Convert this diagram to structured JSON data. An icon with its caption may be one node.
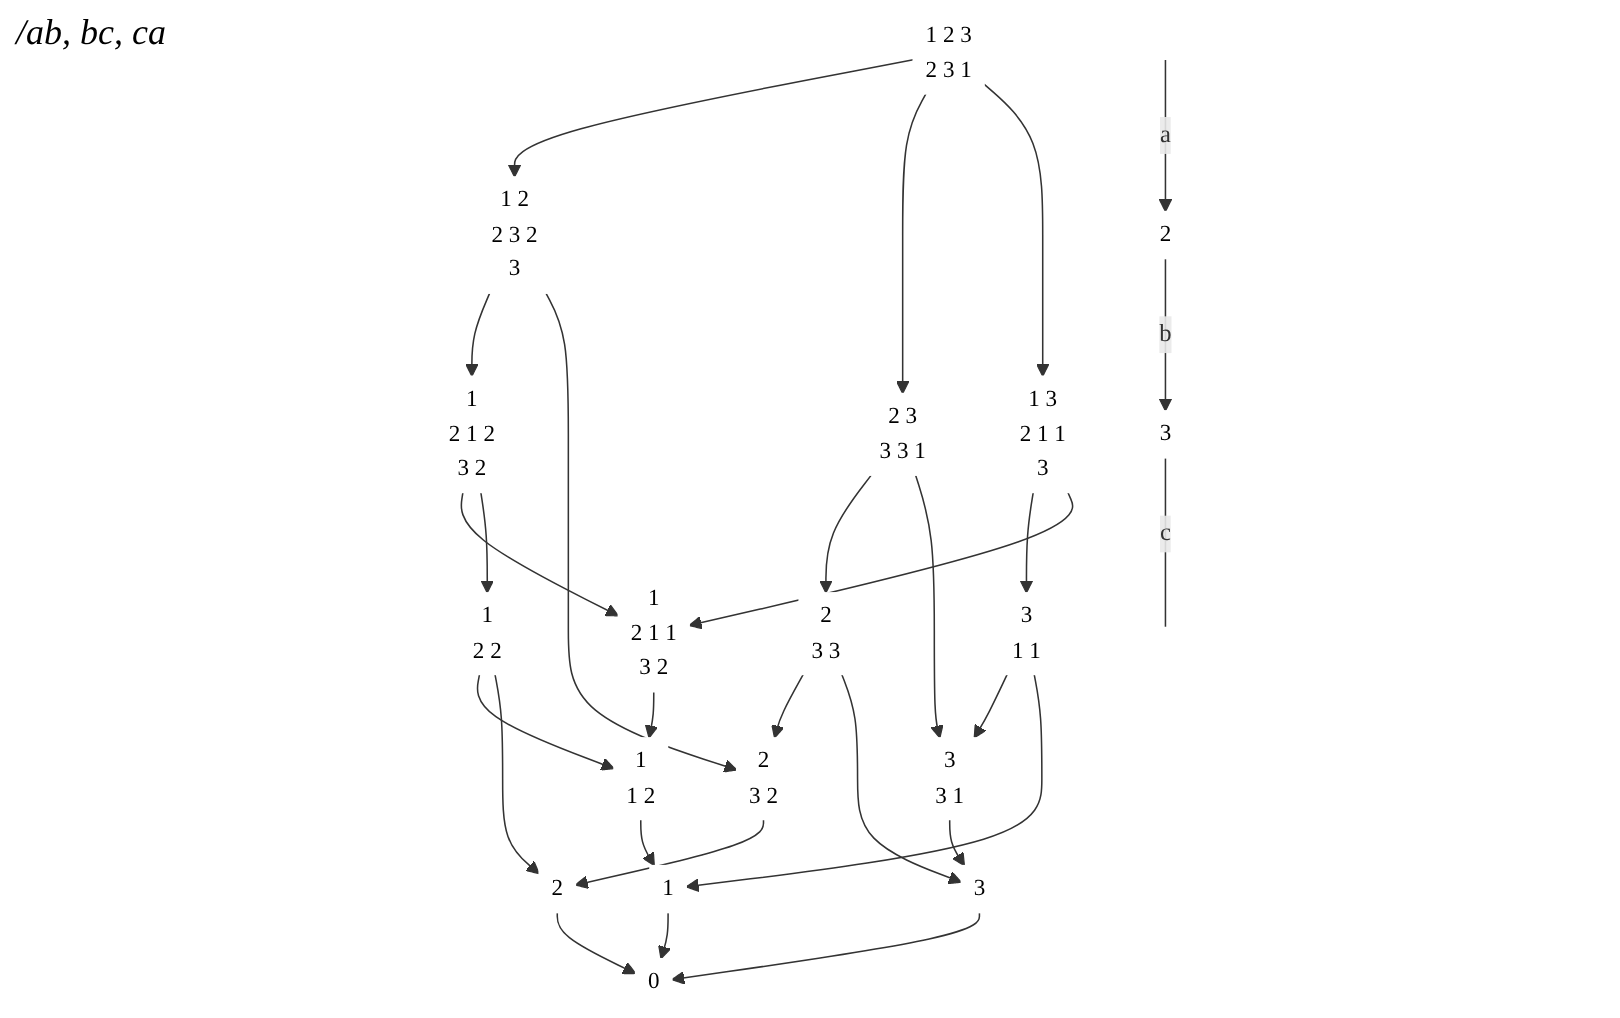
{
  "diagram": {
    "nodes": [
      {
        "text": [
          "1 2 3",
          "2 3 1"
        ]
      },
      {
        "text": [
          "1 2",
          "2 3 2",
          "3"
        ]
      },
      {
        "text": [
          "2 3",
          "3 3 1"
        ]
      },
      {
        "text": [
          "1 3",
          "2 1 1",
          "3"
        ]
      },
      {
        "text": [
          "1",
          "2 1 2",
          "3 2"
        ]
      },
      {
        "text": [
          "1",
          "2 1 1",
          "3 2"
        ]
      },
      {
        "text": [
          "2",
          "3 2"
        ]
      },
      {
        "text": [
          "2",
          "3 3"
        ]
      },
      {
        "text": [
          "3",
          "3 1"
        ]
      },
      {
        "text": [
          "3",
          "1 1"
        ]
      },
      {
        "text": [
          "1",
          "2 2"
        ]
      },
      {
        "text": [
          "1",
          "1 2"
        ]
      },
      {
        "text": [
          "2"
        ]
      },
      {
        "text": [
          "3"
        ]
      },
      {
        "text": [
          "1"
        ]
      },
      {
        "text": [
          "0"
        ]
      },
      {
        "text": [
          "3"
        ]
      },
      {
        "text": [
          "2"
        ]
      }
    ],
    "edges": [
      {
        "from": 0,
        "to": 1,
        "arrow": "to"
      },
      {
        "from": 0,
        "to": 2,
        "arrow": "to"
      },
      {
        "from": 0,
        "to": 3,
        "arrow": "to"
      },
      {
        "from": 1,
        "to": 4,
        "arrow": "to"
      },
      {
        "from": 1,
        "to": 6,
        "arrow": "to"
      },
      {
        "from": 2,
        "to": 7,
        "arrow": "to"
      },
      {
        "from": 2,
        "to": 8,
        "arrow": "to"
      },
      {
        "from": 3,
        "to": 9,
        "arrow": "to"
      },
      {
        "from": 3,
        "to": 5,
        "arrow": "to"
      },
      {
        "from": 4,
        "to": 5,
        "arrow": "to"
      },
      {
        "from": 4,
        "to": 10,
        "arrow": "to"
      },
      {
        "from": 5,
        "to": 11,
        "arrow": "to"
      },
      {
        "from": 7,
        "to": 6,
        "arrow": "to"
      },
      {
        "from": 9,
        "to": 8,
        "arrow": "to"
      },
      {
        "from": 10,
        "to": 11,
        "arrow": "to"
      },
      {
        "from": 6,
        "to": 12,
        "arrow": "to"
      },
      {
        "from": 10,
        "to": 12,
        "arrow": "to"
      },
      {
        "from": 7,
        "to": 13,
        "arrow": "to"
      },
      {
        "from": 8,
        "to": 13,
        "arrow": "to"
      },
      {
        "from": 9,
        "to": 14,
        "arrow": "to"
      },
      {
        "from": 11,
        "to": 14,
        "arrow": "to"
      },
      {
        "from": 12,
        "to": 15,
        "arrow": "to"
      },
      {
        "from": 13,
        "to": 15,
        "arrow": "to"
      },
      {
        "from": 14,
        "to": 15,
        "arrow": "to"
      },
      {
        "from": null,
        "to": 17,
        "arrow": "to",
        "label": "a"
      },
      {
        "from": 17,
        "to": 16,
        "arrow": "to",
        "label": "b"
      },
      {
        "from": 16,
        "to": null,
        "arrow": "none",
        "label": "c"
      }
    ],
    "labels": [
      "/ab, bc, ca"
    ]
  }
}
